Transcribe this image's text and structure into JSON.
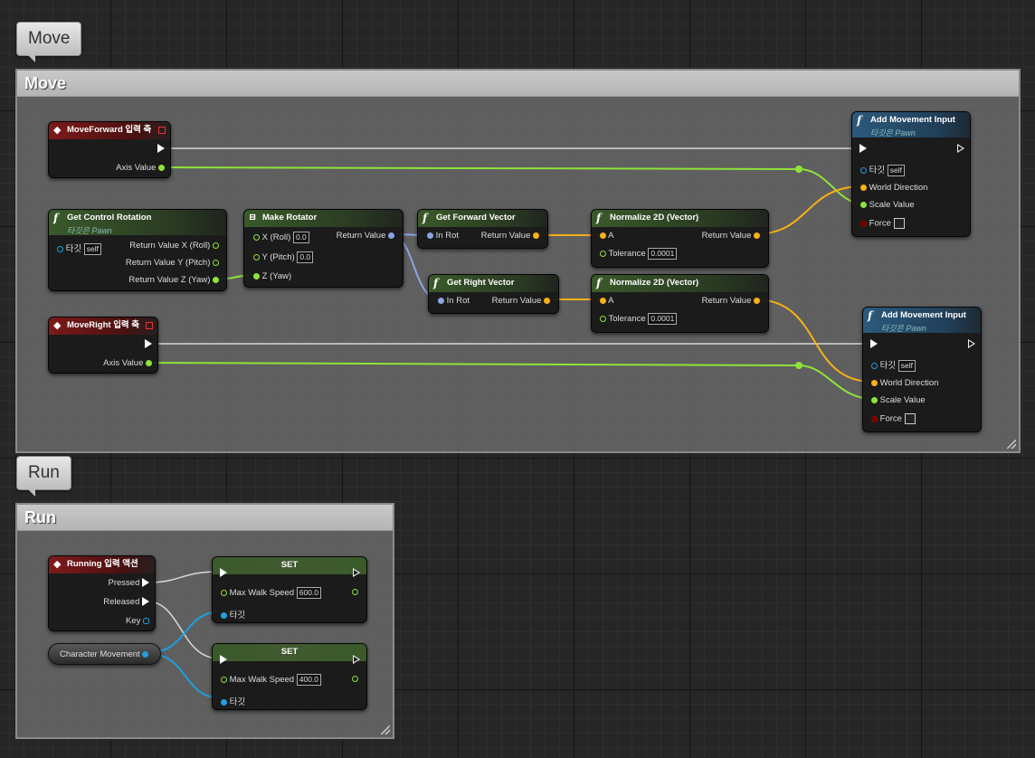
{
  "comments": {
    "move": {
      "bubble": "Move",
      "title": "Move"
    },
    "run": {
      "bubble": "Run",
      "title": "Run"
    }
  },
  "nodes": {
    "move_forward": {
      "title": "MoveForward 입력 축",
      "axis_value": "Axis Value"
    },
    "move_right": {
      "title": "MoveRight 입력 축",
      "axis_value": "Axis Value"
    },
    "get_control_rotation": {
      "title": "Get Control Rotation",
      "subtitle": "타깃은 Pawn",
      "target_label": "타깃",
      "target_value": "self",
      "out_x": "Return Value X (Roll)",
      "out_y": "Return Value Y (Pitch)",
      "out_z": "Return Value Z (Yaw)"
    },
    "make_rotator": {
      "title": "Make Rotator",
      "x_label": "X (Roll)",
      "x_value": "0.0",
      "y_label": "Y (Pitch)",
      "y_value": "0.0",
      "z_label": "Z (Yaw)",
      "return": "Return Value"
    },
    "get_forward_vector": {
      "title": "Get Forward Vector",
      "in": "In Rot",
      "return": "Return Value"
    },
    "get_right_vector": {
      "title": "Get Right Vector",
      "in": "In Rot",
      "return": "Return Value"
    },
    "normalize_1": {
      "title": "Normalize 2D (Vector)",
      "a": "A",
      "tolerance_label": "Tolerance",
      "tolerance_value": "0.0001",
      "return": "Return Value"
    },
    "normalize_2": {
      "title": "Normalize 2D (Vector)",
      "a": "A",
      "tolerance_label": "Tolerance",
      "tolerance_value": "0.0001",
      "return": "Return Value"
    },
    "add_movement_1": {
      "title": "Add Movement Input",
      "subtitle": "타깃은 Pawn",
      "target_label": "타깃",
      "target_value": "self",
      "world_direction": "World Direction",
      "scale_value": "Scale Value",
      "force": "Force"
    },
    "add_movement_2": {
      "title": "Add Movement Input",
      "subtitle": "타깃은 Pawn",
      "target_label": "타깃",
      "target_value": "self",
      "world_direction": "World Direction",
      "scale_value": "Scale Value",
      "force": "Force"
    },
    "running": {
      "title": "Running 입력 액션",
      "pressed": "Pressed",
      "released": "Released",
      "key": "Key"
    },
    "character_movement": {
      "label": "Character Movement"
    },
    "set_1": {
      "title": "SET",
      "max_walk_speed_label": "Max Walk Speed",
      "max_walk_speed_value": "600.0",
      "target_label": "타깃"
    },
    "set_2": {
      "title": "SET",
      "max_walk_speed_label": "Max Walk Speed",
      "max_walk_speed_value": "400.0",
      "target_label": "타깃"
    }
  },
  "colors": {
    "float_pin": "#8fe33a",
    "vector_pin": "#f5b118",
    "rotator_pin": "#8aa3e3",
    "object_pin": "#1ea1e0",
    "exec_wire": "#e0e0e0",
    "input_event_header": "#7d1a1a",
    "pure_function_header": "#3a5a2a",
    "function_header": "#2c5a7c"
  },
  "icons": {
    "event": "diamond-icon",
    "function": "function-f-icon",
    "make_struct": "struct-icon",
    "delegate": "delegate-square-icon",
    "exec": "exec-arrow-icon"
  }
}
